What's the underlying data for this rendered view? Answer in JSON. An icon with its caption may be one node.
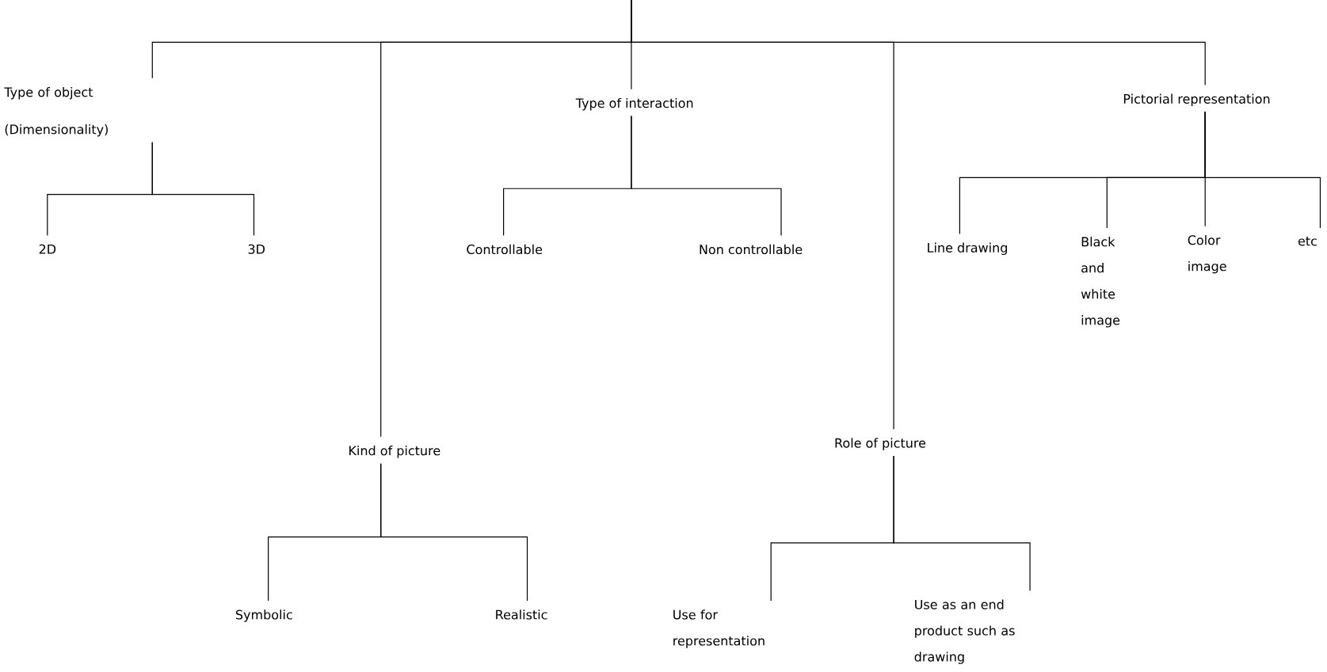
{
  "diagram": {
    "nodes": [
      {
        "text": [
          "Type of object",
          "(Dimensionality)"
        ]
      },
      {
        "text": [
          "2D"
        ]
      },
      {
        "text": [
          "3D"
        ]
      },
      {
        "text": [
          "Type of interaction"
        ]
      },
      {
        "text": [
          "Controllable"
        ]
      },
      {
        "text": [
          "Non controllable"
        ]
      },
      {
        "text": [
          "Kind of picture"
        ]
      },
      {
        "text": [
          "Symbolic"
        ]
      },
      {
        "text": [
          "Realistic"
        ]
      },
      {
        "text": [
          "Role of picture"
        ]
      },
      {
        "text": [
          "Use for representation"
        ]
      },
      {
        "text": [
          "Use as an end product such as drawing"
        ]
      },
      {
        "text": [
          "Pictorial representation"
        ]
      },
      {
        "text": [
          "Line drawing"
        ]
      },
      {
        "text": [
          "Black and white image"
        ]
      },
      {
        "text": [
          "Color image"
        ]
      },
      {
        "text": [
          "etc"
        ]
      }
    ],
    "edges": [
      {
        "from": null,
        "to": 0,
        "arrow": "none"
      },
      {
        "from": null,
        "to": 3,
        "arrow": "none"
      },
      {
        "from": null,
        "to": 6,
        "arrow": "none"
      },
      {
        "from": null,
        "to": 9,
        "arrow": "none"
      },
      {
        "from": null,
        "to": 12,
        "arrow": "none"
      },
      {
        "from": 0,
        "to": 1,
        "arrow": "none"
      },
      {
        "from": 0,
        "to": 2,
        "arrow": "none"
      },
      {
        "from": 3,
        "to": 4,
        "arrow": "none"
      },
      {
        "from": 3,
        "to": 5,
        "arrow": "none"
      },
      {
        "from": 6,
        "to": 7,
        "arrow": "none"
      },
      {
        "from": 6,
        "to": 8,
        "arrow": "none"
      },
      {
        "from": 9,
        "to": 10,
        "arrow": "none"
      },
      {
        "from": 9,
        "to": 11,
        "arrow": "none"
      },
      {
        "from": 12,
        "to": 13,
        "arrow": "none"
      },
      {
        "from": 12,
        "to": 14,
        "arrow": "none"
      },
      {
        "from": 12,
        "to": 15,
        "arrow": "none"
      },
      {
        "from": 12,
        "to": 16,
        "arrow": "none"
      }
    ]
  }
}
